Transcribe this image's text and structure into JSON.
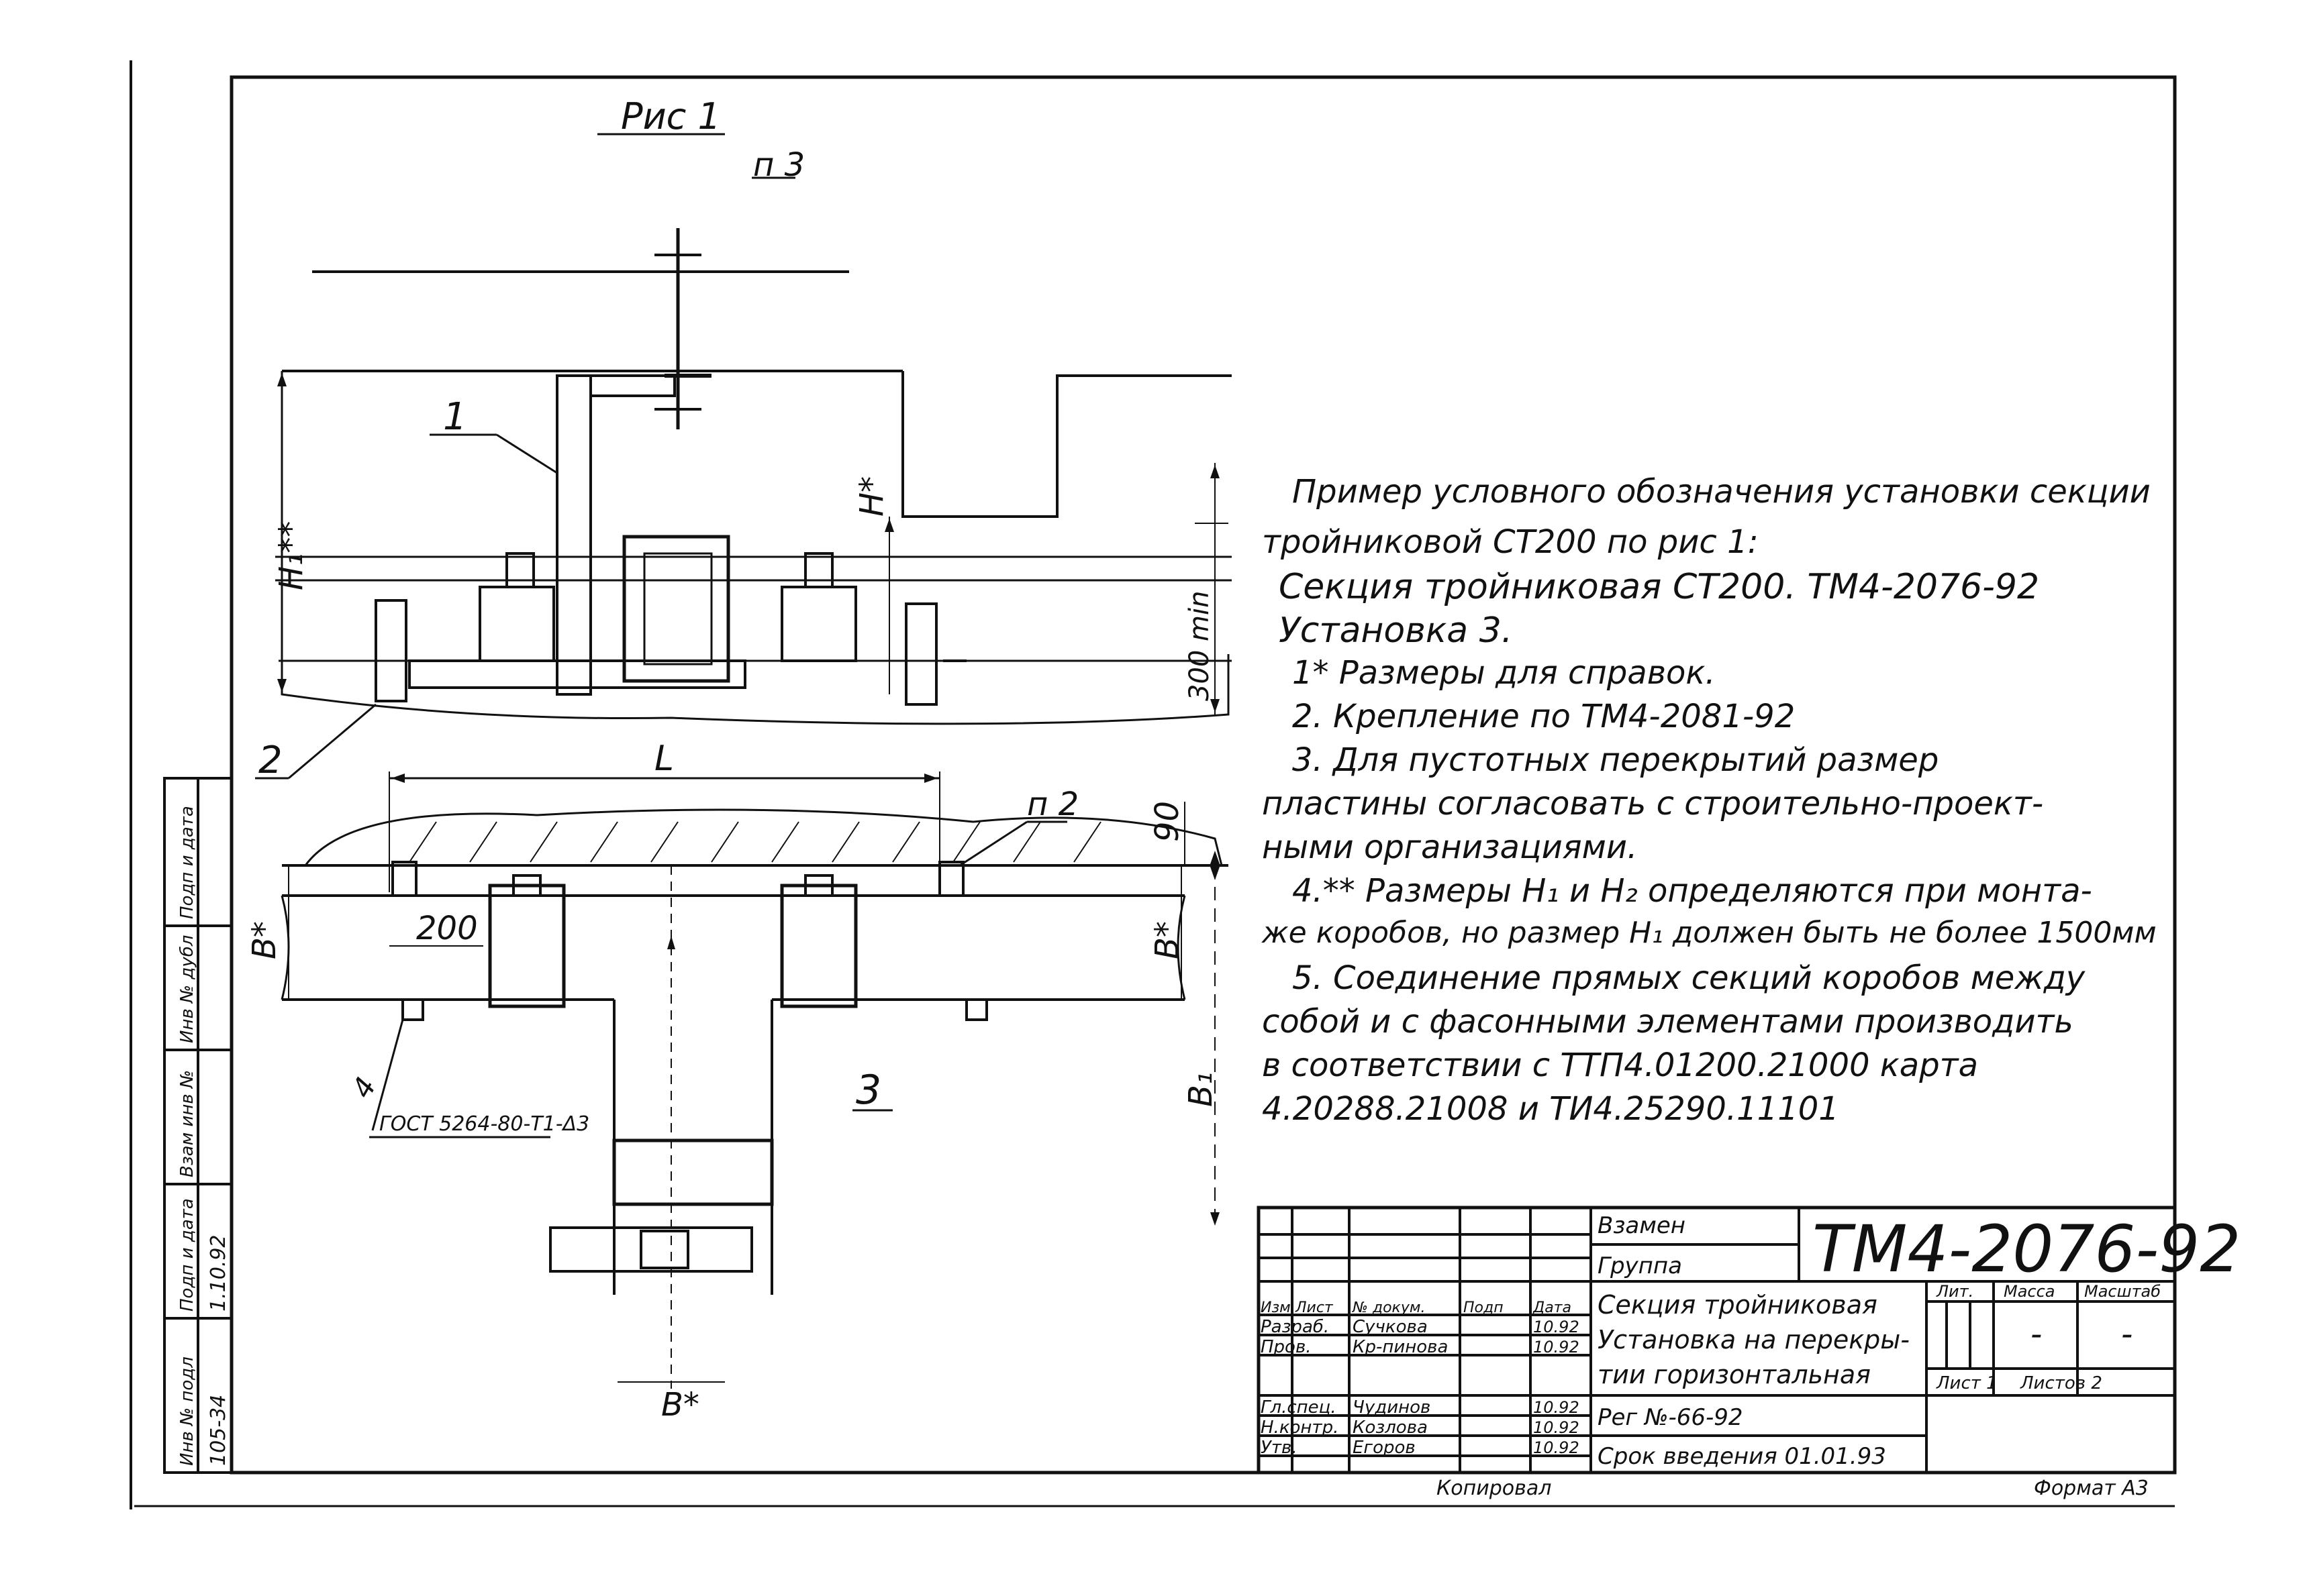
{
  "drawing": {
    "figure_title": "Рис 1",
    "callouts": {
      "p3": "п 3",
      "p2": "п 2",
      "item1": "1",
      "item2": "2",
      "item3": "3",
      "item4": "4"
    },
    "dimensions": {
      "h1": "H₁**",
      "h": "H*",
      "d300": "300 min",
      "l": "L",
      "d90": "90",
      "d200": "200",
      "b_left": "B*",
      "b_right": "B*",
      "b1": "B₁",
      "b_bottom": "B*"
    },
    "weld_note": "ГОСТ 5264-80-Т1-Δ3"
  },
  "notes": {
    "lines": [
      "Пример условного обозначения установки секции",
      "тройниковой СТ200 по рис 1:",
      "Секция тройниковая СТ200. ТМ4-2076-92",
      "Установка 3.",
      "1* Размеры для справок.",
      "2. Крепление по ТМ4-2081-92",
      "3. Для пустотных перекрытий размер",
      "пластины согласовать с строительно-проект-",
      "ными организациями.",
      "4.** Размеры H₁ и H₂ определяются при монта-",
      "же коробов, но размер H₁ должен быть не более 1500мм",
      "5. Соединение прямых секций коробов между",
      "собой и с фасонными элементами производить",
      "в соответствии с ТТП4.01200.21000 карта",
      "4.20288.21008 и ТИ4.25290.11101"
    ]
  },
  "title_block": {
    "doc_number": "ТМ4-2076-92",
    "replaces": "Взамен",
    "group": "Группа",
    "title_lines": [
      "Секция тройниковая",
      "Установка на перекры-",
      "тии горизонтальная"
    ],
    "reg_no": "Рег №-66-92",
    "term": "Срок введения 01.01.93",
    "header": {
      "izm": "Изм",
      "list": "Лист",
      "doc": "№ докум.",
      "sign": "Подп",
      "date": "Дата"
    },
    "rows": [
      {
        "role": "Разраб.",
        "name": "Сучкова",
        "date": "10.92"
      },
      {
        "role": "Пров.",
        "name": "Кр-пинова",
        "date": "10.92"
      },
      {
        "role": "Гл.спец.",
        "name": "Чудинов",
        "date": "10.92"
      },
      {
        "role": "Н.контр.",
        "name": "Козлова",
        "date": "10.92"
      },
      {
        "role": "Утв.",
        "name": "Егоров",
        "date": "10.92"
      }
    ],
    "lit_label": "Лит.",
    "mass_label": "Масса",
    "scale_label": "Масштаб",
    "mass": "-",
    "scale": "-",
    "sheet": "Лист 1",
    "sheets": "Листов 2"
  },
  "side_stamp": {
    "fields": [
      "Инв № подл",
      "Подп и дата",
      "Взам инв №",
      "Инв № дубл",
      "Подп и дата"
    ],
    "inv": "105-34",
    "date": "1.10.92"
  },
  "footer": {
    "copied": "Копировал",
    "format": "Формат А3"
  }
}
